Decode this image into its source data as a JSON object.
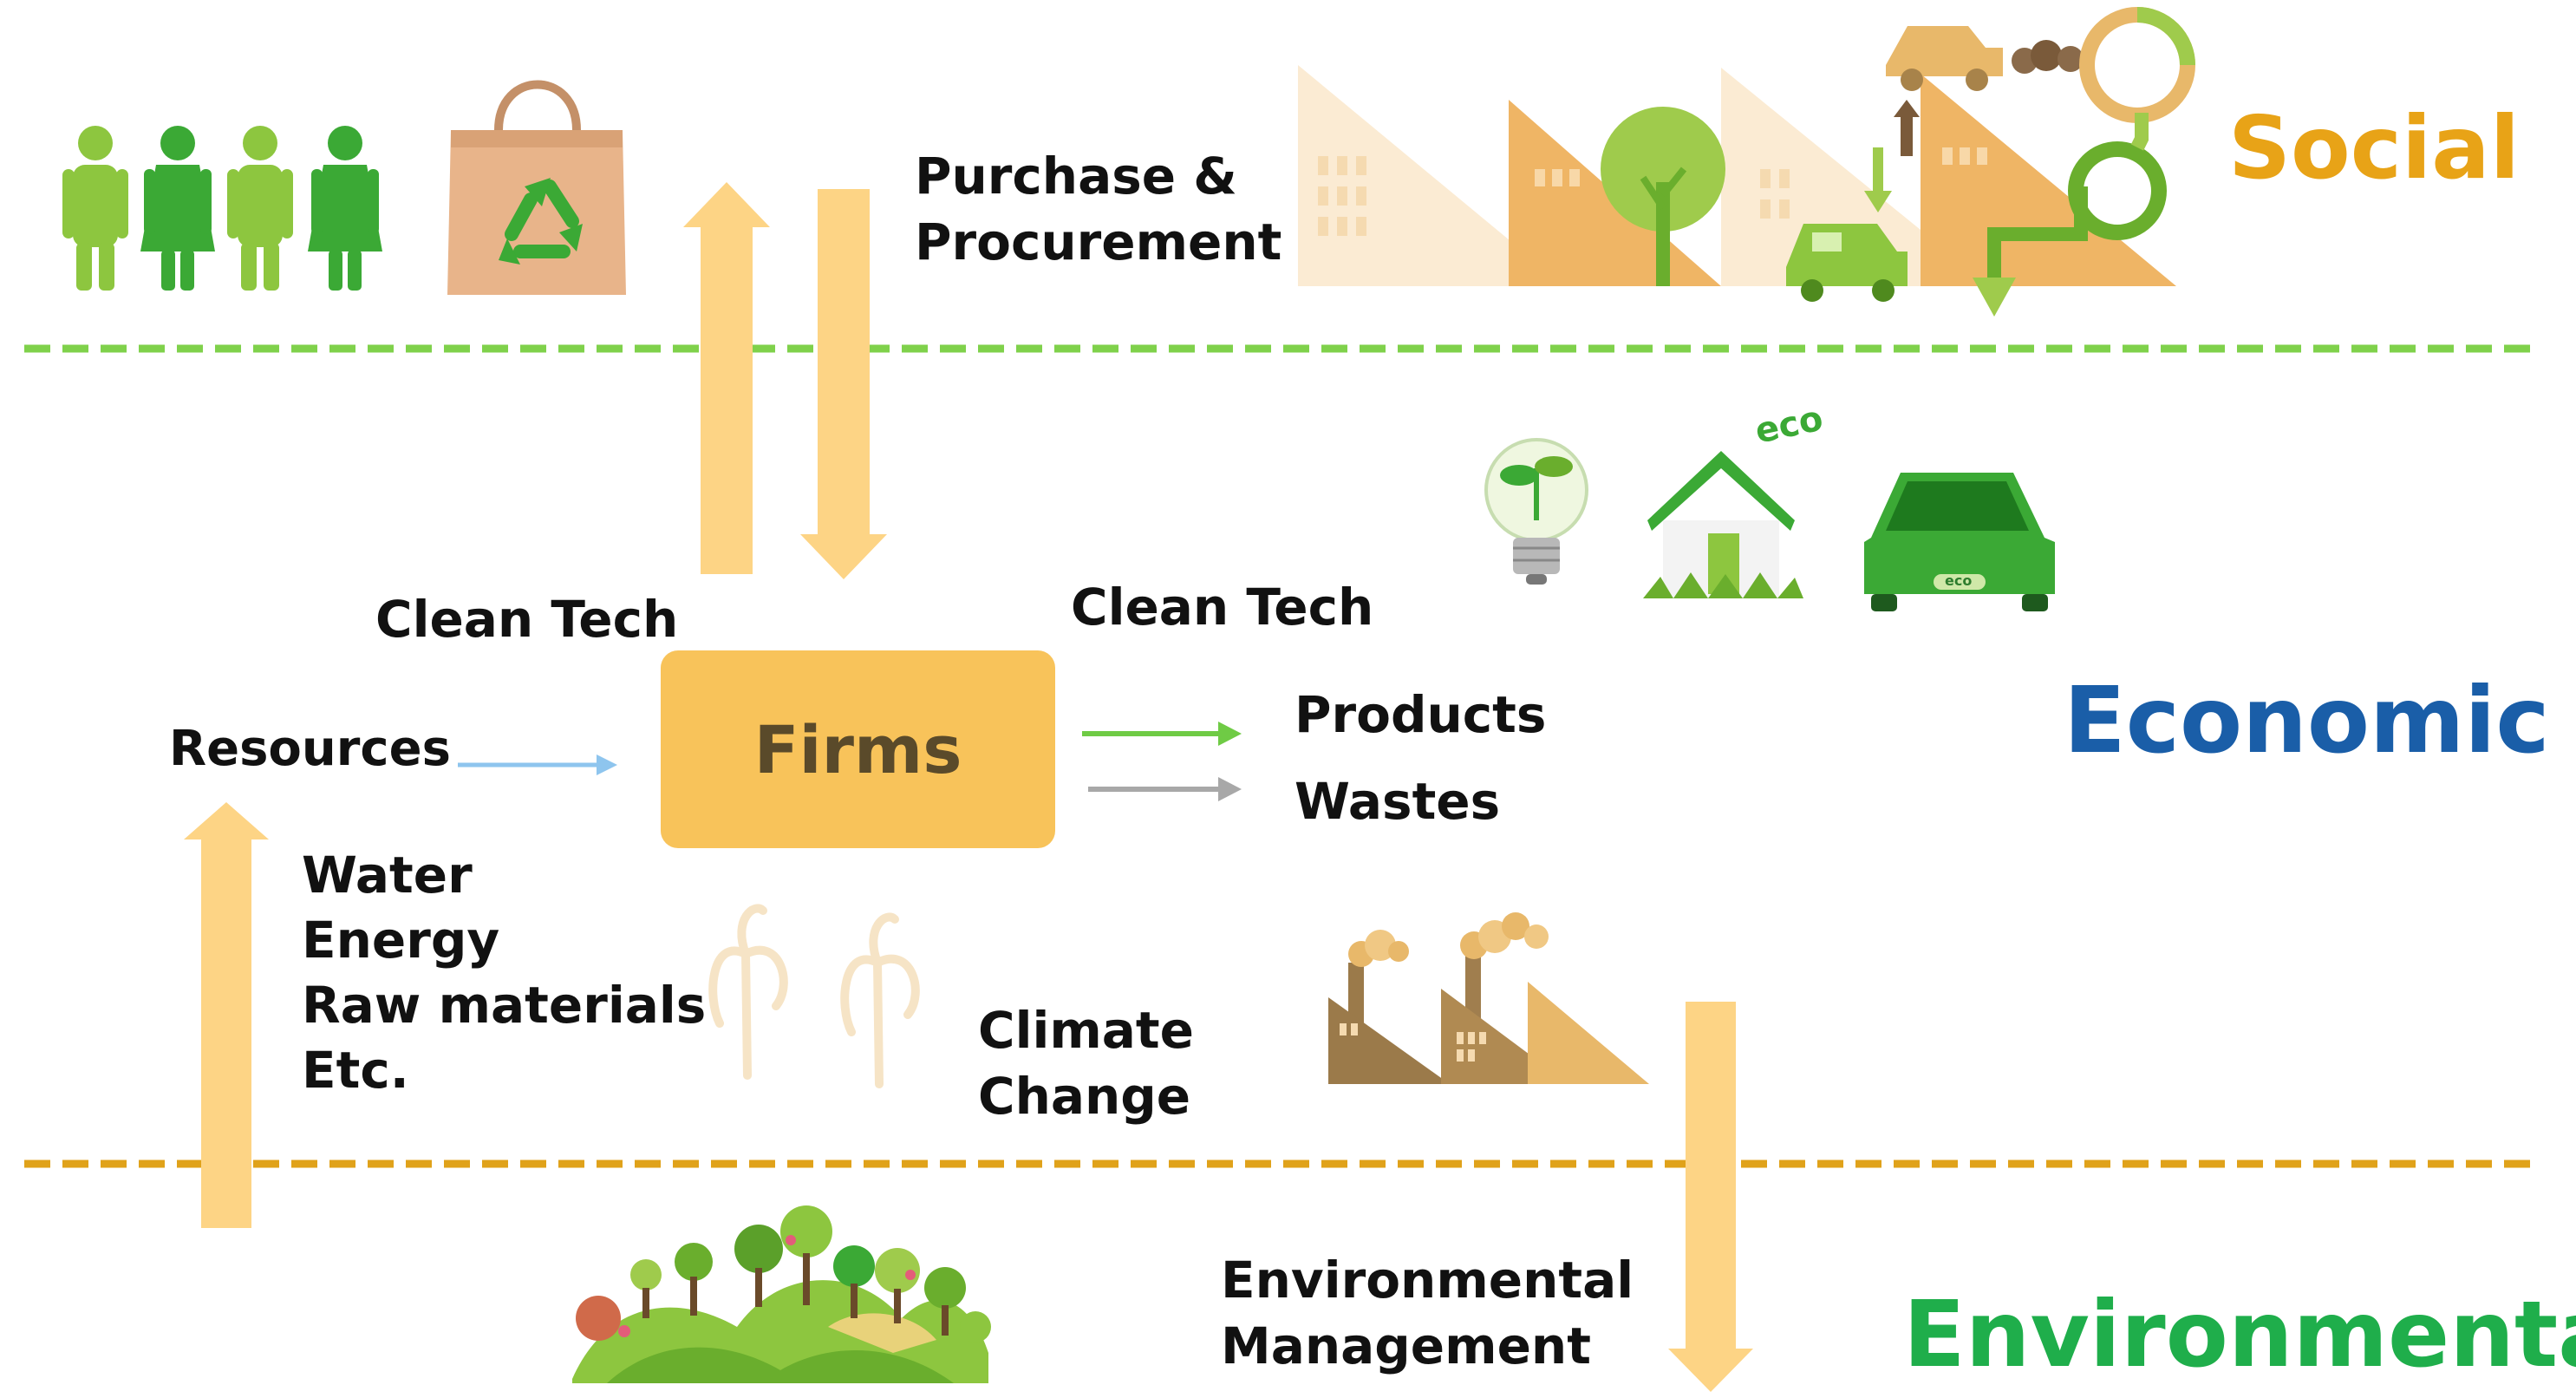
{
  "categories": {
    "social": "Social",
    "economic": "Economic",
    "environmental": "Environmental"
  },
  "center": {
    "firms": "Firms"
  },
  "labels": {
    "purchase_line1": "Purchase &",
    "purchase_line2": "Procurement",
    "clean_tech_left": "Clean Tech",
    "clean_tech_right": "Clean Tech",
    "resources": "Resources",
    "products": "Products",
    "wastes": "Wastes",
    "inputs": [
      "Water",
      "Energy",
      "Raw materials",
      "Etc."
    ],
    "climate_line1": "Climate",
    "climate_line2": "Change",
    "env_mgmt_line1": "Environmental",
    "env_mgmt_line2": "Management"
  },
  "icons": {
    "eco_text": "eco",
    "car_badge": "eco"
  },
  "colors": {
    "social": "#E8A317",
    "economic": "#1A5EA8",
    "environmental": "#1FAE4B",
    "arrow": "#FDD485",
    "social_divider": "#7FD14B",
    "env_divider": "#E0A21A",
    "products_arrow": "#6FCB45",
    "wastes_arrow": "#A8A8A8",
    "resources_arrow": "#8EC5EE",
    "firms_box": "#F8C35A"
  }
}
